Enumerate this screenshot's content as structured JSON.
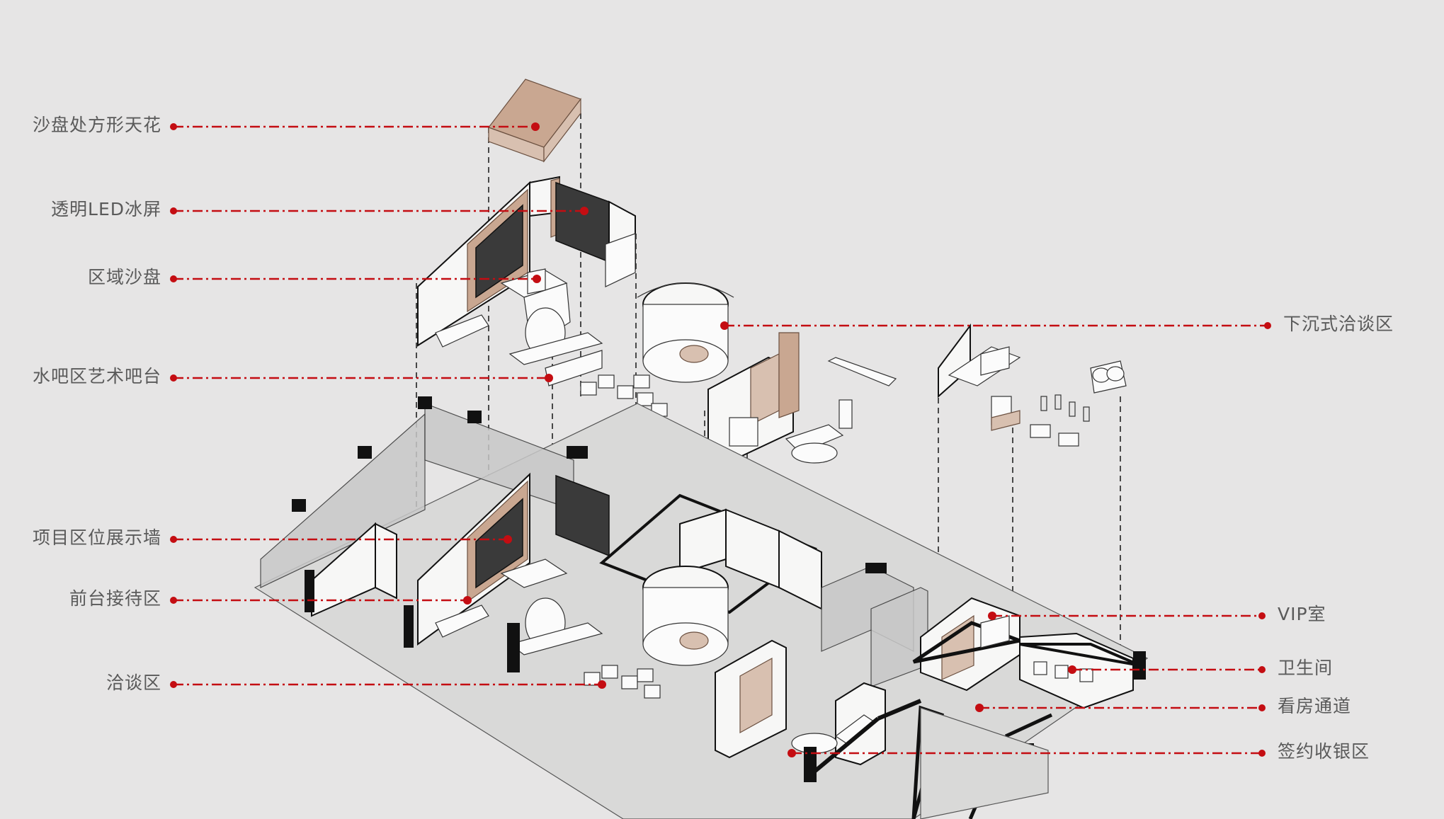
{
  "colors": {
    "background": "#e6e5e5",
    "leader_line": "#c40d12",
    "label_text": "#5a5a5a"
  },
  "labels_left": [
    {
      "id": "sand-table-ceiling",
      "text": "沙盘处方形天花"
    },
    {
      "id": "transparent-led-screen",
      "text": "透明LED冰屏"
    },
    {
      "id": "regional-sand-table",
      "text": "区域沙盘"
    },
    {
      "id": "water-bar-art-bar",
      "text": "水吧区艺术吧台"
    },
    {
      "id": "project-location-wall",
      "text": "项目区位展示墙"
    },
    {
      "id": "front-desk-reception",
      "text": "前台接待区"
    },
    {
      "id": "negotiation-area",
      "text": "洽谈区"
    }
  ],
  "labels_right": [
    {
      "id": "sunken-negotiation-area",
      "text": "下沉式洽谈区"
    },
    {
      "id": "vip-room",
      "text": "VIP室"
    },
    {
      "id": "restroom",
      "text": "卫生间"
    },
    {
      "id": "viewing-passage",
      "text": "看房通道"
    },
    {
      "id": "contract-cashier-area",
      "text": "签约收银区"
    }
  ]
}
